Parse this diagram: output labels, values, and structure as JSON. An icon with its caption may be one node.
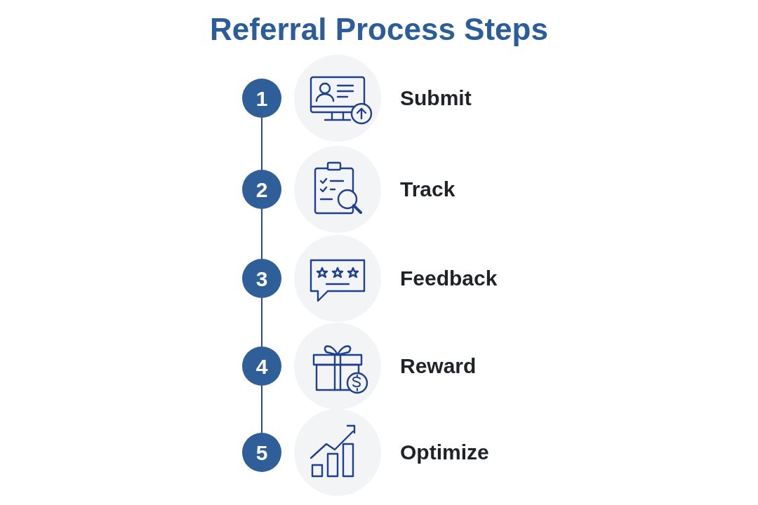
{
  "diagram": {
    "title": "Referral Process Steps",
    "nodes": [
      {
        "text": [
          "1"
        ]
      },
      {
        "text": [
          "2"
        ]
      },
      {
        "text": [
          "3"
        ]
      },
      {
        "text": [
          "4"
        ]
      },
      {
        "text": [
          "5"
        ]
      }
    ],
    "edges": [
      {
        "from": 0,
        "to": 1,
        "arrow": "none"
      },
      {
        "from": 1,
        "to": 2,
        "arrow": "none"
      },
      {
        "from": 2,
        "to": 3,
        "arrow": "none"
      },
      {
        "from": 3,
        "to": 4,
        "arrow": "none"
      }
    ],
    "labels": [
      "Submit",
      "Track",
      "Feedback",
      "Reward",
      "Optimize"
    ]
  }
}
